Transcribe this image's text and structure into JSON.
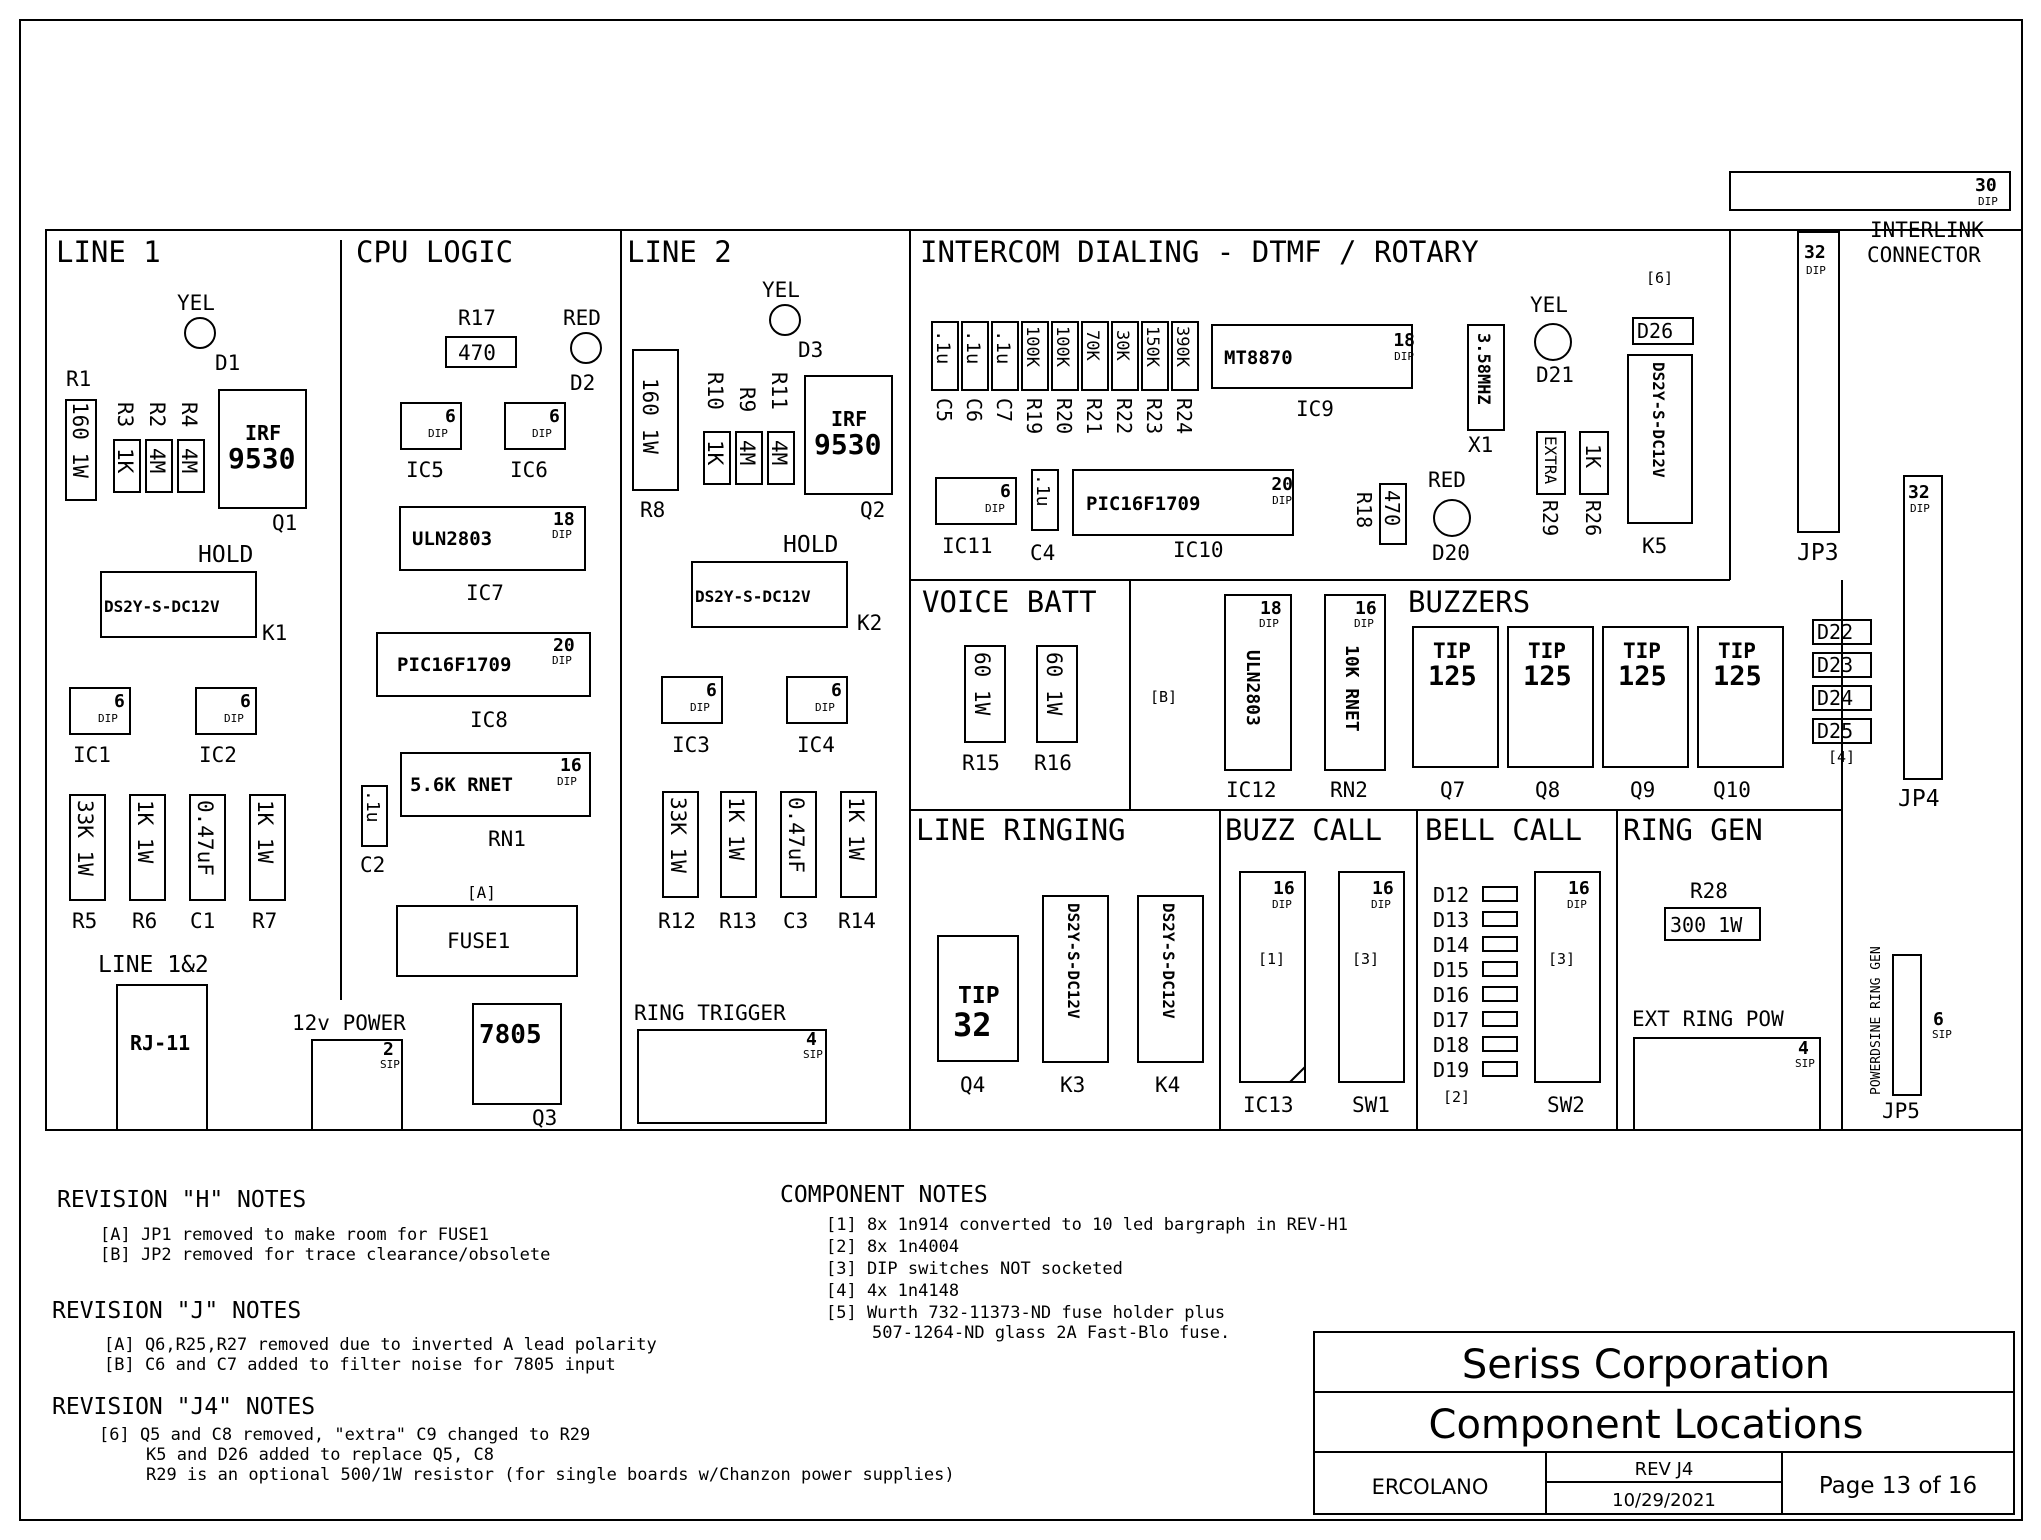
{
  "sections": {
    "line1": "LINE 1",
    "cpu": "CPU LOGIC",
    "line2": "LINE 2",
    "intercom": "INTERCOM DIALING - DTMF / ROTARY",
    "voice": "VOICE BATT",
    "buzzers": "BUZZERS",
    "ringing": "LINE RINGING",
    "buzzcall": "BUZZ CALL",
    "bellcall": "BELL CALL",
    "ringgen": "RING GEN"
  },
  "labels": {
    "yel": "YEL",
    "red": "RED",
    "hold": "HOLD",
    "line12": "LINE 1&2",
    "power": "12v POWER",
    "ringtrigger": "RING TRIGGER",
    "extring": "EXT RING POW",
    "interlink1": "INTERLINK",
    "interlink2": "CONNECTOR",
    "powerdsine": "POWERDSINE RING GEN",
    "dip": "DIP",
    "sip": "SIP"
  },
  "line1": {
    "D1": "D1",
    "R1": "R1",
    "R1v": "160 1W",
    "R3": "R3",
    "R3v": "1K",
    "R2": "R2",
    "R2v": "4M",
    "R4": "R4",
    "R4v": "4M",
    "irf1": "IRF",
    "irf2": "9530",
    "Q1": "Q1",
    "relay": "DS2Y-S-DC12V",
    "K1": "K1",
    "IC1": "IC1",
    "IC2": "IC2",
    "pins": "6",
    "R5v": "33K 1W",
    "R6v": "1K 1W",
    "C1v": "0.47uF",
    "R7v": "1K 1W",
    "R5": "R5",
    "R6": "R6",
    "C1": "C1",
    "R7": "R7",
    "rj": "RJ-11"
  },
  "cpu": {
    "R17": "R17",
    "R17v": "470",
    "D2": "D2",
    "IC5": "IC5",
    "IC6": "IC6",
    "ic7": "ULN2803",
    "IC7": "IC7",
    "p18": "18",
    "ic8": "PIC16F1709",
    "IC8": "IC8",
    "p20": "20",
    "rn1": "5.6K RNET",
    "RN1": "RN1",
    "p16": "16",
    "C2v": ".1u",
    "C2": "C2",
    "A": "[A]",
    "fuse": "FUSE1",
    "p2": "2",
    "reg": "7805",
    "Q3": "Q3"
  },
  "line2": {
    "R8v": "160 1W",
    "R8": "R8",
    "R10": "R10",
    "R10v": "1K",
    "R9": "R9",
    "R9v": "4M",
    "R11": "R11",
    "R11v": "4M",
    "D3": "D3",
    "Q2": "Q2",
    "K2": "K2",
    "IC3": "IC3",
    "IC4": "IC4",
    "R12v": "33K 1W",
    "R13v": "1K 1W",
    "C3v": "0.47uF",
    "R14v": "1K 1W",
    "R12": "R12",
    "R13": "R13",
    "C3": "C3",
    "R14": "R14",
    "p4": "4"
  },
  "intercom": {
    "caps": [
      ".1u",
      ".1u",
      ".1u"
    ],
    "caps_ref": [
      "C5",
      "C6",
      "C7"
    ],
    "res": [
      "100K",
      "100K",
      "70K",
      "30K",
      "150K",
      "390K"
    ],
    "res_ref": [
      "R19",
      "R20",
      "R21",
      "R22",
      "R23",
      "R24"
    ],
    "mt": "MT8870",
    "IC9": "IC9",
    "xtal": "3.58MHZ",
    "X1": "X1",
    "D21": "D21",
    "note6": "[6]",
    "D26": "D26",
    "K5": "K5",
    "extra": "EXTRA",
    "R29": "R29",
    "R26v": "1K",
    "R26": "R26",
    "IC11": "IC11",
    "C4v": ".1u",
    "C4": "C4",
    "IC10": "IC10",
    "R18": "R18",
    "R18v": "470",
    "D20": "D20"
  },
  "connectors": {
    "j30": "30",
    "j32": "32",
    "JP3": "JP3",
    "JP4": "JP4",
    "JP5": "JP5",
    "p6": "6"
  },
  "voice": {
    "R15v": "60 1W",
    "R16v": "60 1W",
    "R15": "R15",
    "R16": "R16",
    "B": "[B]"
  },
  "buzzers": {
    "ic12": "ULN2803",
    "IC12": "IC12",
    "rn2": "10K RNET",
    "RN2": "RN2",
    "tip1": "TIP",
    "tip2": "125",
    "Q": [
      "Q7",
      "Q8",
      "Q9",
      "Q10"
    ],
    "D": [
      "D22",
      "D23",
      "D24",
      "D25"
    ],
    "note4": "[4]"
  },
  "ringing": {
    "tip32a": "TIP",
    "tip32b": "32",
    "Q4": "Q4",
    "K3": "K3",
    "K4": "K4"
  },
  "buzz": {
    "n1": "[1]",
    "n3": "[3]",
    "IC13": "IC13",
    "SW1": "SW1"
  },
  "bell": {
    "D": [
      "D12",
      "D13",
      "D14",
      "D15",
      "D16",
      "D17",
      "D18",
      "D19"
    ],
    "n2": "[2]",
    "n3": "[3]",
    "SW2": "SW2"
  },
  "ringgen": {
    "R28": "R28",
    "R28v": "300 1W"
  },
  "notes": {
    "revH": "REVISION \"H\" NOTES",
    "revH_items": [
      "[A] JP1 removed to make room for FUSE1",
      "[B] JP2 removed for trace clearance/obsolete"
    ],
    "revJ": "REVISION \"J\" NOTES",
    "revJ_items": [
      "[A] Q6,R25,R27 removed due to inverted A lead polarity",
      "[B] C6 and C7 added to filter noise for 7805 input"
    ],
    "revJ4": "REVISION \"J4\" NOTES",
    "revJ4_items": [
      "[6] Q5 and C8 removed, \"extra\" C9 changed to R29",
      "K5 and D26 added to replace Q5, C8",
      "R29 is an optional 500/1W resistor (for single boards w/Chanzon power supplies)"
    ],
    "comp": "COMPONENT NOTES",
    "comp_items": [
      "[1] 8x 1n914 converted to 10 led bargraph in REV-H1",
      "[2] 8x 1n4004",
      "[3] DIP switches NOT socketed",
      "[4] 4x 1n4148",
      "[5] Wurth 732-11373-ND fuse holder plus",
      "507-1264-ND glass 2A Fast-Blo fuse."
    ]
  },
  "titleblock": {
    "company": "Seriss Corporation",
    "title": "Component Locations",
    "author": "ERCOLANO",
    "rev": "REV J4",
    "date": "10/29/2021",
    "page": "Page 13 of 16"
  }
}
